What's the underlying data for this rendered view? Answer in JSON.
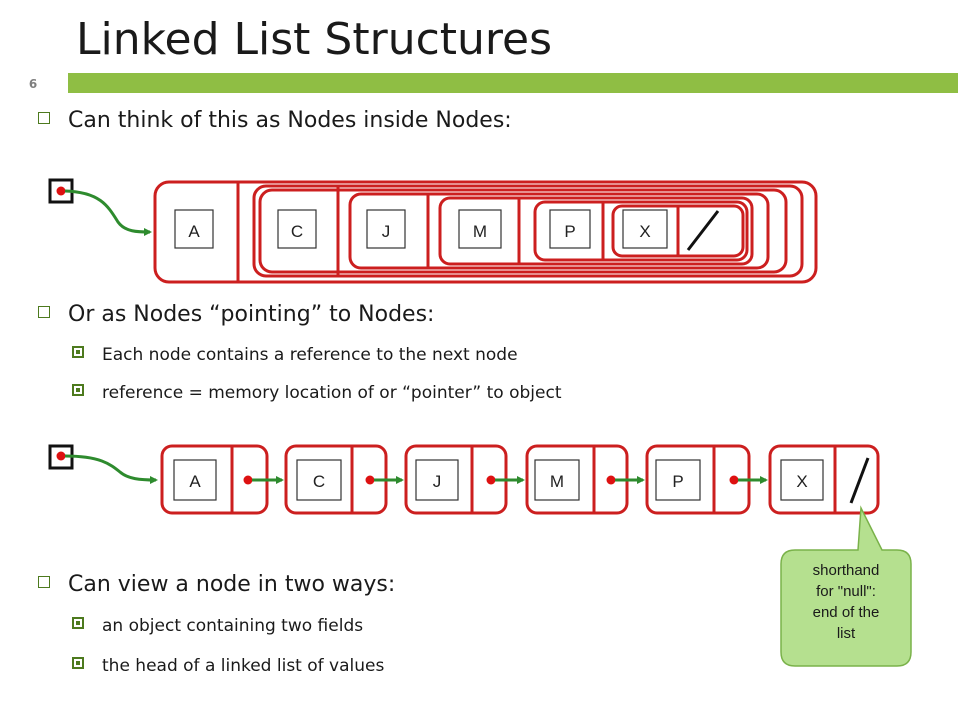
{
  "slide": {
    "title": "Linked List Structures",
    "number": "6"
  },
  "bullets": {
    "b1": "Can think of this as Nodes inside Nodes:",
    "b2": "Or as Nodes “pointing” to Nodes:",
    "b2_sub1": "Each node contains a reference to the next node",
    "b2_sub2": "reference = memory location of or “pointer” to object",
    "b3": "Can view a node in two ways:",
    "b3_sub1": "an object containing two fields",
    "b3_sub2": "the head of a linked list of values"
  },
  "nested_diagram": {
    "values": [
      "A",
      "C",
      "J",
      "M",
      "P",
      "X"
    ]
  },
  "pointer_diagram": {
    "values": [
      "A",
      "C",
      "J",
      "M",
      "P",
      "X"
    ]
  },
  "callout": {
    "line1": "shorthand",
    "line2": "for \"null\":",
    "line3": "end of the",
    "line4": "list"
  },
  "colors": {
    "accent_bar": "#8fbe44",
    "node_outline": "#cc1f1f",
    "arrow": "#2e8b2e",
    "callout_fill": "#b5e08f"
  }
}
